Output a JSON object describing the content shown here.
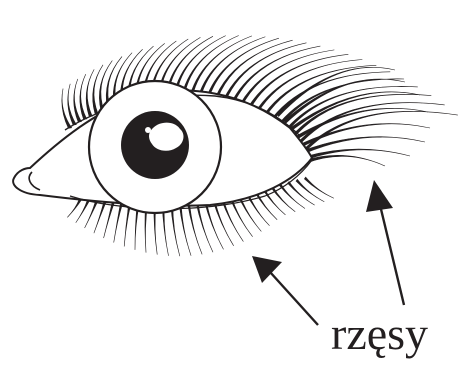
{
  "label": "rzęsy",
  "colors": {
    "ink": "#231f20",
    "background": "#ffffff"
  },
  "figure": {
    "subject": "eye",
    "parts": [
      "eyelid",
      "iris",
      "pupil",
      "highlight",
      "upper-lashes",
      "lower-lashes"
    ],
    "arrow_count": 2
  }
}
